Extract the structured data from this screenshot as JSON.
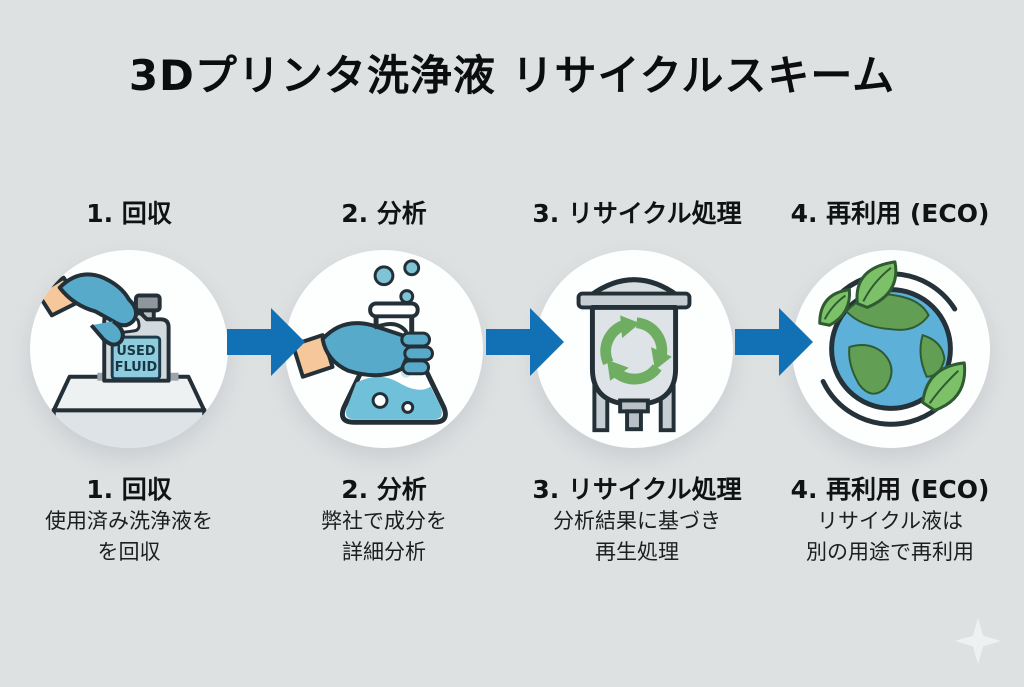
{
  "title": "3Dプリンタ洗浄液 リサイクルスキーム",
  "steps": [
    {
      "top_label": "1. 回収",
      "heading": "1. 回収",
      "desc_line1": "使用済み洗浄液を",
      "desc_line2": "を回収",
      "icon": "used-fluid-collection-icon"
    },
    {
      "top_label": "2. 分析",
      "heading": "2. 分析",
      "desc_line1": "弊社で成分を",
      "desc_line2": "詳細分析",
      "icon": "flask-analysis-icon"
    },
    {
      "top_label": "3. リサイクル処理",
      "heading": "3. リサイクル処理",
      "desc_line1": "分析結果に基づき",
      "desc_line2": "再生処理",
      "icon": "recycle-tank-icon"
    },
    {
      "top_label": "4. 再利用 (ECO)",
      "heading": "4. 再利用 (ECO)",
      "desc_line1": "リサイクル液は",
      "desc_line2": "別の用途で再利用",
      "icon": "earth-leaves-icon"
    }
  ],
  "icon_text": {
    "used_fluid_line1": "USED",
    "used_fluid_line2": "FLUID"
  },
  "icons": [
    "used-fluid-collection-icon",
    "flask-analysis-icon",
    "recycle-tank-icon",
    "earth-leaves-icon",
    "arrow-right-icon",
    "sparkle-icon"
  ],
  "colors": {
    "background": "#dee1e2",
    "arrow_blue": "#1271b4",
    "outline_dark": "#243038",
    "glove_blue": "#57aac9",
    "sleeve_tan": "#f6c79b",
    "fluid_teal": "#6fc0d8",
    "label_teal": "#8fccdd",
    "recycle_green": "#6fae62",
    "earth_blue": "#5db1d9",
    "leaf_green": "#7cc168",
    "tank_gray": "#d7dde1",
    "circle_white": "#fdfefe",
    "title_text": "#0c0d0e"
  }
}
